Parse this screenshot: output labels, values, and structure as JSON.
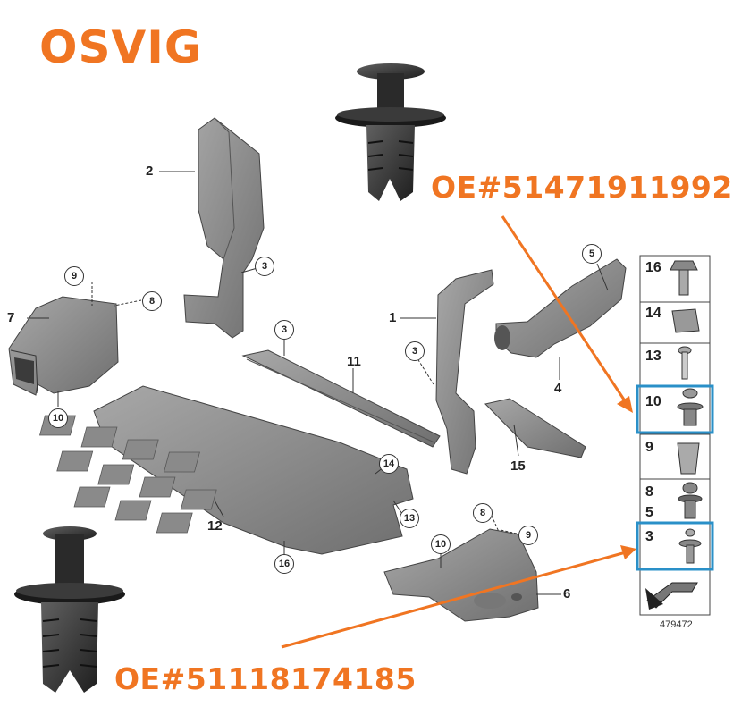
{
  "brand": {
    "prefix": "OS",
    "check": "V",
    "suffix": "IG",
    "color": "#f07522"
  },
  "part_numbers": {
    "top": "OE#51471911992",
    "bottom": "OE#51118174185"
  },
  "callouts": {
    "c1": "1",
    "c2": "2",
    "c3a": "3",
    "c3b": "3",
    "c3c": "3",
    "c4": "4",
    "c5": "5",
    "c6": "6",
    "c7": "7",
    "c8a": "8",
    "c8b": "8",
    "c9a": "9",
    "c9b": "9",
    "c10a": "10",
    "c10b": "10",
    "c11": "11",
    "c12": "12",
    "c13": "13",
    "c14": "14",
    "c15": "15",
    "c16": "16"
  },
  "legend": {
    "items": [
      "16",
      "14",
      "13",
      "10",
      "9",
      "8",
      "5",
      "3"
    ],
    "highlight_color": "#2a90c8"
  },
  "diagram_id": "479472",
  "arrow_color": "#f07522"
}
